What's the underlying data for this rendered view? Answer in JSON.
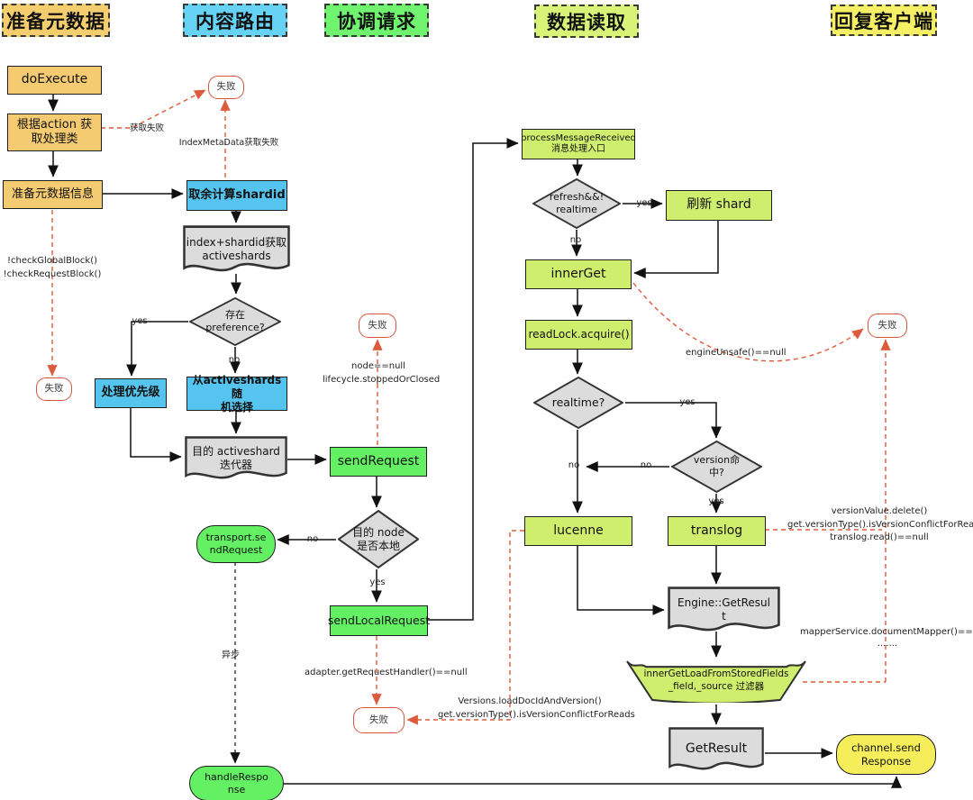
{
  "colors": {
    "orange_node": "#F4CB70",
    "blue_node": "#55C5EF",
    "bright_green_node": "#63F063",
    "light_green_node": "#CFEE6E",
    "yellow_node": "#F5EE5A",
    "gray_shape": "#DCDCDC",
    "fail_border": "#D4553B",
    "red_dashed_line": "#DD5B3C",
    "header_orange": "#F3CD6E",
    "header_blue": "#66D3F5",
    "header_green": "#70F470",
    "header_yellowgreen": "#D8F377",
    "header_yellow": "#F5EF66"
  },
  "headers": {
    "prepare": "准备元数据",
    "route": "内容路由",
    "coordinate": "协调请求",
    "read": "数据读取",
    "reply": "回复客户端"
  },
  "nodes": {
    "do_execute": "doExecute",
    "action_handler": "根据action 获\n取处理类",
    "prepare_info": "准备元数据信息",
    "fail_meta": "失败",
    "fail_left": "失败",
    "mod_shard": "取余计算shardid",
    "index_doc": "index+shardid获取\nactiveshards",
    "pref_diamond": "存在\npreference?",
    "priority": "处理优先级",
    "random_select": "从activeshards随\n机选择",
    "iter_doc": "目的 activeshard\n迭代器",
    "fail_route": "失败",
    "send_request": "sendRequest",
    "node_diamond": "目的 node\n是否本地",
    "transport_send": "transport.se\nndRequest",
    "send_local": "sendLocalRequest",
    "fail_local": "失败",
    "handle_response": "handleRespo\nnse",
    "process_msg": "processMessageReceived\n消息处理入口",
    "refresh_diamond": "refresh&&!\nrealtime",
    "refresh_shard": "刷新 shard",
    "inner_get": "innerGet",
    "read_lock": "readLock.acquire()",
    "realtime_diamond": "realtime?",
    "version_diamond": "version命\n中?",
    "lucenne": "lucenne",
    "translog": "translog",
    "engine_result": "Engine::GetResul\nt",
    "stored_fields": "innerGetLoadFromStoredFields\n_field,_source 过滤器",
    "get_result": "GetResult",
    "channel_send": "channel.send\nResponse",
    "fail_read": "失败"
  },
  "labels": {
    "get_fail": "获取失败",
    "indexmeta_fail": "IndexMetaData获取失败",
    "check_block": "!checkGlobalBlock()\n!checkRequestBlock()",
    "yes1": "yes",
    "no1": "no",
    "node_null": "node==null\nlifecycle.stoppedOrClosed",
    "no2": "no",
    "yes2": "yes",
    "async": "异步",
    "adapter_null": "adapter.getRequestHandler()==null",
    "versions_load": "Versions.loadDocIdAndVersion()\nget.versionType().isVersionConflictForReads",
    "yes3": "yes",
    "no3": "no",
    "engine_unsafe": "engineUnsafe()==null",
    "yes4": "yes",
    "no4": "no",
    "no5": "no",
    "yes5": "yes",
    "version_value": "versionValue.delete()\nget.versionType().isVersionConflictForReads\ntranslog.read()==null",
    "mapper_null": "mapperService.documentMapper()==null",
    "dots": "......."
  }
}
